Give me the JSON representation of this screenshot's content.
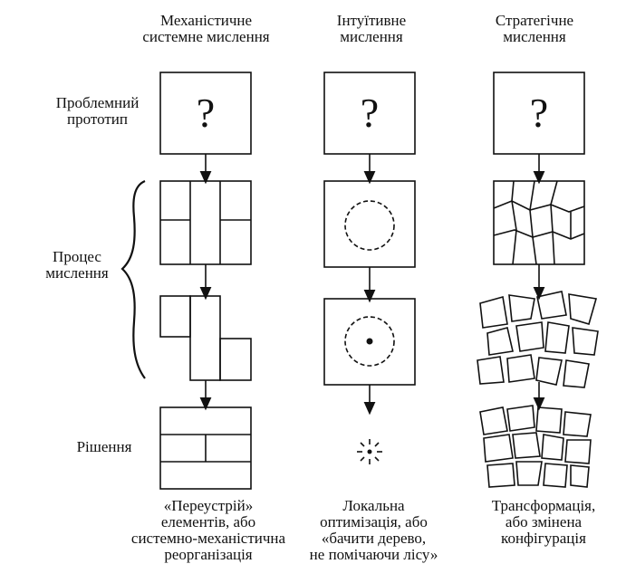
{
  "columns": [
    {
      "id": "mechanistic",
      "title": "Механістичне\nсистемне мислення",
      "caption": "«Переустрій»\nелементів, або\nсистемно-механістична\nреорганізація"
    },
    {
      "id": "intuitive",
      "title": "Інтуїтивне\nмислення",
      "caption": "Локальна\nоптимізація, або\n«бачити дерево,\nне помічаючи лісу»"
    },
    {
      "id": "strategic",
      "title": "Стратегічне\nмислення",
      "caption": "Трансформація,\nабо змінена\nконфігурація"
    }
  ],
  "rows": {
    "problem": "Проблемний\nпрототип",
    "process": "Процес\nмислення",
    "solution": "Рішення"
  },
  "question_mark": "?"
}
